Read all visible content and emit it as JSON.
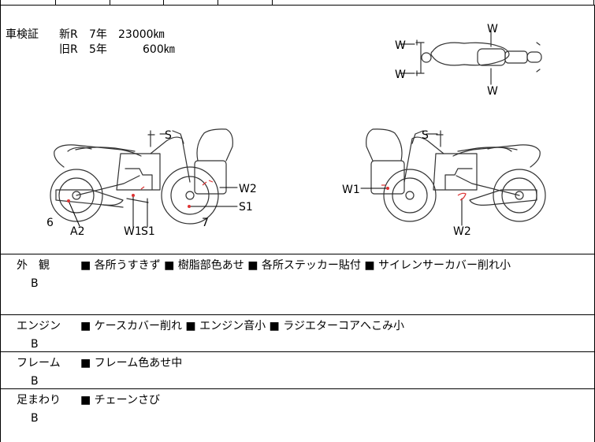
{
  "registration": {
    "label": "車検証",
    "rows": [
      {
        "type": "新R",
        "years": "7年",
        "km": "23000㎞"
      },
      {
        "type": "旧R",
        "years": "5年",
        "km": "600㎞"
      }
    ]
  },
  "diagram_labels": {
    "top_view": [
      "W",
      "W",
      "W",
      "W"
    ],
    "left_side": [
      "S",
      "W2",
      "S1",
      "7",
      "6",
      "A2",
      "W1",
      "S1"
    ],
    "right_side": [
      "S",
      "W1",
      "W2"
    ]
  },
  "conditions": [
    {
      "category": "外　観",
      "grade": "B",
      "description": "■ 各所うすきず ■ 樹脂部色あせ ■ 各所ステッカー貼付 ■ サイレンサーカバー削れ小"
    },
    {
      "category": "エンジン",
      "grade": "B",
      "description": "■ ケースカバー削れ ■ エンジン音小 ■ ラジエターコアへこみ小"
    },
    {
      "category": "フレーム",
      "grade": "B",
      "description": "■ フレーム色あせ中"
    },
    {
      "category": "足まわり",
      "grade": "B",
      "description": "■ チェーンさび"
    }
  ]
}
